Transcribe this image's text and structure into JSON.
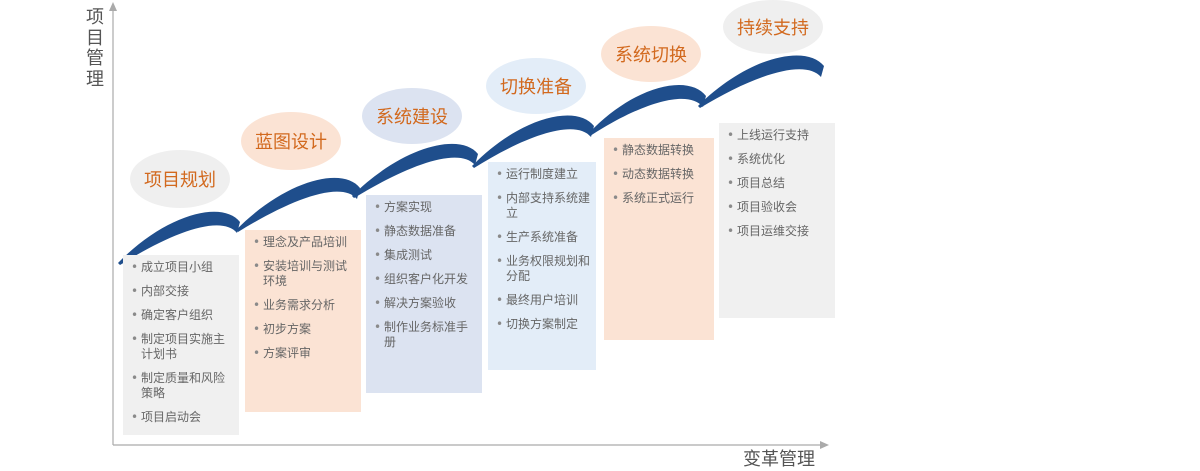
{
  "axes": {
    "y_label": "项目管理",
    "x_label": "变革管理"
  },
  "colors": {
    "arc": "#1f4e8c",
    "axis": "#aaaaaa",
    "title_text": "#d2691e"
  },
  "stages": [
    {
      "title": "项目规划",
      "bubble_color": "#efefef",
      "box_color": "#f0f0f0",
      "items": [
        "成立项目小组",
        "内部交接",
        "确定客户组织",
        "制定项目实施主计划书",
        "制定质量和风险策略",
        "项目启动会"
      ]
    },
    {
      "title": "蓝图设计",
      "bubble_color": "#fbe3d4",
      "box_color": "#fbe3d4",
      "items": [
        "理念及产品培训",
        "安装培训与测试环境",
        "业务需求分析",
        "初步方案",
        "方案评审"
      ]
    },
    {
      "title": "系统建设",
      "bubble_color": "#dce3f1",
      "box_color": "#dce3f1",
      "items": [
        "方案实现",
        "静态数据准备",
        "集成测试",
        "组织客户化开发",
        "解决方案验收",
        "制作业务标准手册"
      ]
    },
    {
      "title": "切换准备",
      "bubble_color": "#e3edf8",
      "box_color": "#e3edf8",
      "items": [
        "运行制度建立",
        "内部支持系统建立",
        "生产系统准备",
        "业务权限规划和分配",
        "最终用户培训",
        "切换方案制定"
      ]
    },
    {
      "title": "系统切换",
      "bubble_color": "#fbe3d4",
      "box_color": "#fbe3d4",
      "items": [
        "静态数据转换",
        "动态数据转换",
        "系统正式运行"
      ]
    },
    {
      "title": "持续支持",
      "bubble_color": "#efefef",
      "box_color": "#f0f0f0",
      "items": [
        "上线运行支持",
        "系统优化",
        "项目总结",
        "项目验收会",
        "项目运维交接"
      ]
    }
  ]
}
